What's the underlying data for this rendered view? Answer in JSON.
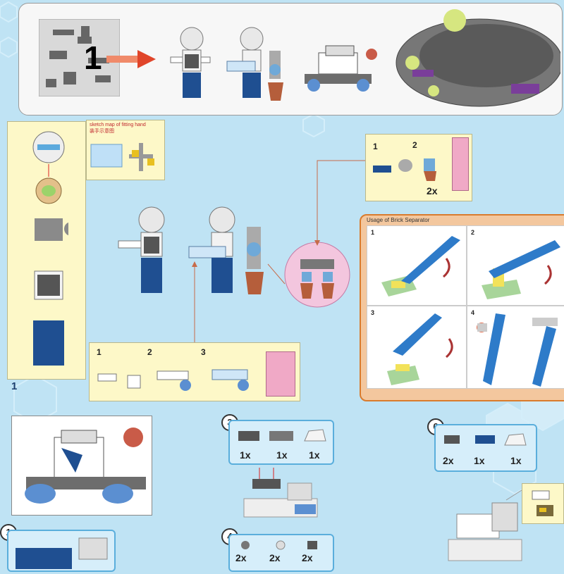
{
  "top_panel": {
    "step_label": "1"
  },
  "sidebar_step": "1",
  "sketch_box": {
    "title_en": "sketch map of fitting hand",
    "title_cn": "装手示意图"
  },
  "subassembly_top": {
    "labels": [
      "1",
      "2"
    ],
    "qty": "2x"
  },
  "subassembly_bottom": {
    "labels": [
      "1",
      "2",
      "3"
    ]
  },
  "brick_separator": {
    "title": "Usage of Brick Separator",
    "cells": [
      "1",
      "2",
      "3",
      "4"
    ]
  },
  "step3": {
    "number": "3",
    "qtys": [
      "1x",
      "1x",
      "1x"
    ]
  },
  "step4": {
    "number": "4",
    "qtys": [
      "2x",
      "2x",
      "2x"
    ]
  },
  "step6": {
    "number": "6",
    "qtys": [
      "2x",
      "1x",
      "1x"
    ]
  },
  "step1_bottom": {
    "number": "1"
  },
  "colors": {
    "background": "#bfe3f4",
    "accent_blue": "#1f4f91",
    "orange": "#d97b2d",
    "yellow_box": "#fdf8c8",
    "arrow_red": "#e0452a"
  }
}
